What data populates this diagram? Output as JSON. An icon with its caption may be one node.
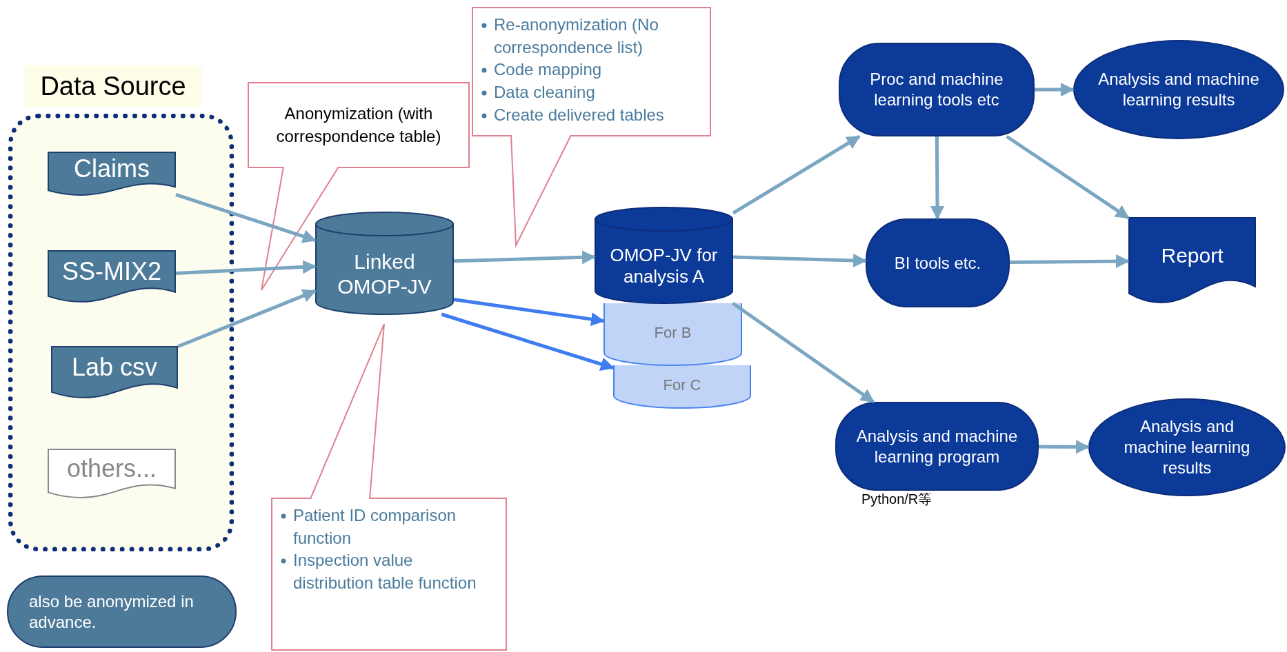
{
  "diagram": {
    "nodes": [
      {
        "text": [
          "Data Source"
        ]
      },
      {
        "text": [
          "Claims"
        ],
        "in": 0
      },
      {
        "text": [
          "SS-MIX2"
        ],
        "in": 0
      },
      {
        "text": [
          "Lab csv"
        ],
        "in": 0
      },
      {
        "text": [
          "others..."
        ],
        "in": 0
      },
      {
        "text": [
          "Anonymization (with correspondence table)"
        ]
      },
      {
        "text": [
          "Re-anonymization (No correspondence list)",
          "Code mapping",
          "Data cleaning",
          "Create delivered tables"
        ]
      },
      {
        "text": [
          "Linked OMOP-JV"
        ]
      },
      {
        "text": [
          "OMOP-JV for analysis A"
        ]
      },
      {
        "text": [
          "For B"
        ]
      },
      {
        "text": [
          "For C"
        ]
      },
      {
        "text": [
          "Proc and machine learning tools etc"
        ]
      },
      {
        "text": [
          "Analysis and machine learning results"
        ]
      },
      {
        "text": [
          "BI tools etc."
        ]
      },
      {
        "text": [
          "Report"
        ]
      },
      {
        "text": [
          "Analysis and machine learning program"
        ],
        "beside": [
          "Python/R等"
        ]
      },
      {
        "text": [
          "Analysis and machine learning results"
        ]
      },
      {
        "text": [
          "Patient ID comparison function",
          "Inspection value distribution table function"
        ]
      },
      {
        "text": [
          "also be anonymized in advance."
        ]
      }
    ],
    "edges": [
      {
        "from": 1,
        "to": 7,
        "arrow": "to"
      },
      {
        "from": 2,
        "to": 7,
        "arrow": "to"
      },
      {
        "from": 3,
        "to": 7,
        "arrow": "to"
      },
      {
        "from": 7,
        "to": 8,
        "arrow": "to"
      },
      {
        "from": 7,
        "to": 9,
        "arrow": "to",
        "color": "#3f7cf0"
      },
      {
        "from": 7,
        "to": 10,
        "arrow": "to",
        "color": "#3f7cf0"
      },
      {
        "from": 8,
        "to": 11,
        "arrow": "to"
      },
      {
        "from": 8,
        "to": 13,
        "arrow": "to"
      },
      {
        "from": 8,
        "to": 15,
        "arrow": "to"
      },
      {
        "from": 11,
        "to": 12,
        "arrow": "to"
      },
      {
        "from": 11,
        "to": 13,
        "arrow": "to"
      },
      {
        "from": 11,
        "to": 14,
        "arrow": "to"
      },
      {
        "from": 13,
        "to": 14,
        "arrow": "to"
      },
      {
        "from": 15,
        "to": 16,
        "arrow": "to"
      }
    ]
  }
}
